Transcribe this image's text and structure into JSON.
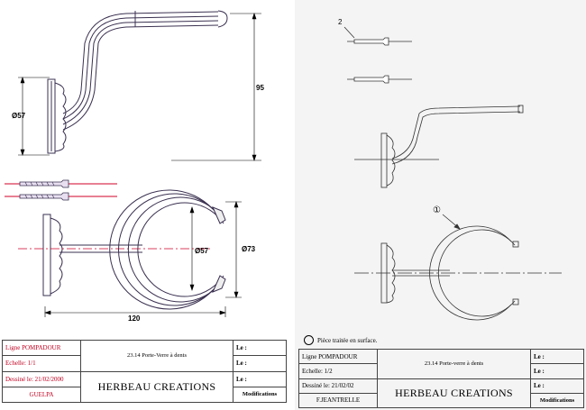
{
  "left_sheet": {
    "dimensions": {
      "d57_top": "Ø57",
      "height": "95",
      "d57_inner": "Ø57",
      "d73": "Ø73",
      "width": "120"
    },
    "title_block": {
      "ligne": "Ligne POMPADOUR",
      "echelle": "Echelle: 1/1",
      "dessine": "Dessiné le: 21/02/2000",
      "author": "GUELPA",
      "title": "23.14 Porte-Verre à dents",
      "company": "HERBEAU CREATIONS",
      "le1": "Le :",
      "le2": "Le :",
      "le3": "Le :",
      "modifications": "Modifications"
    }
  },
  "right_sheet": {
    "callout_2": "2",
    "callout_1": "①",
    "note": "Pièce traitée en surface.",
    "title_block": {
      "ligne": "Ligne POMPADOUR",
      "echelle": "Echelle: 1/2",
      "dessine": "Dessiné le: 21/02/02",
      "author": "F.JEANTRELLE",
      "title": "23.14 Porte-verre à dents",
      "company": "HERBEAU CREATIONS",
      "le1": "Le :",
      "le2": "Le :",
      "le3": "Le :",
      "modifications": "Modifications"
    }
  },
  "colors": {
    "red_line": "#d0002a",
    "title_red": "#c00020",
    "ink": "#4a3a5a"
  }
}
